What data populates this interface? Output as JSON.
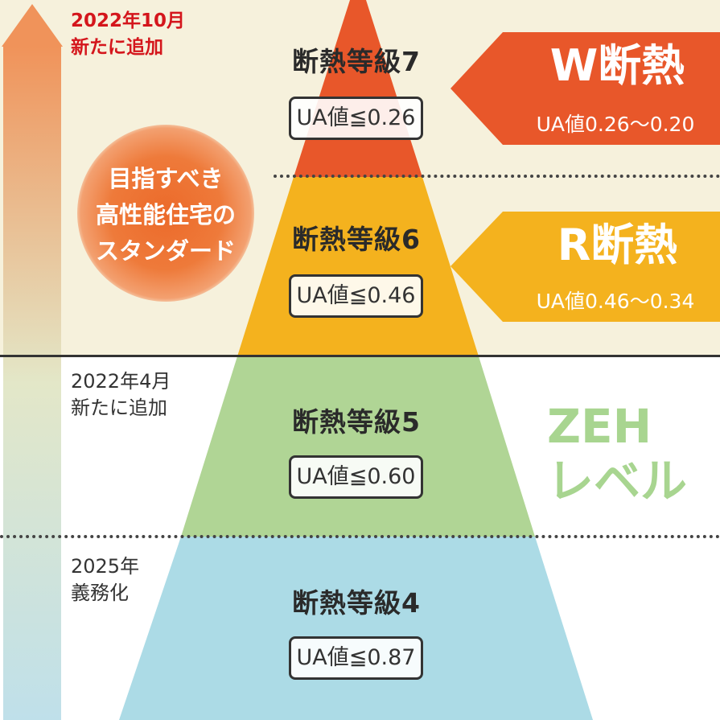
{
  "levels": [
    {
      "title": "断熱等級7",
      "ua": "UA値≦0.26",
      "color": "#e8572a"
    },
    {
      "title": "断熱等級6",
      "ua": "UA値≦0.46",
      "color": "#f4b21e"
    },
    {
      "title": "断熱等級5",
      "ua": "UA値≦0.60",
      "color": "#b0d595"
    },
    {
      "title": "断熱等級4",
      "ua": "UA値≦0.87",
      "color": "#acdbe6"
    }
  ],
  "notes": {
    "top_line1": "2022年10月",
    "top_line2": "新たに追加",
    "mid_line1": "2022年4月",
    "mid_line2": "新たに追加",
    "bottom_line1": "2025年",
    "bottom_line2": "義務化"
  },
  "circle": {
    "line1": "目指すべき",
    "line2": "高性能住宅の",
    "line3": "スタンダード",
    "color": "#ec6a2a"
  },
  "banners": [
    {
      "title": "W断熱",
      "sub": "UA値0.26〜0.20",
      "color": "#e8572a"
    },
    {
      "title": "R断熱",
      "sub": "UA値0.46〜0.34",
      "color": "#f4b21e"
    }
  ],
  "zeh": {
    "line1": "ZEH",
    "line2": "レベル",
    "color": "#a8d590"
  },
  "colors": {
    "note_highlight": "#d4161c",
    "top_band": "#f6f1dc"
  }
}
